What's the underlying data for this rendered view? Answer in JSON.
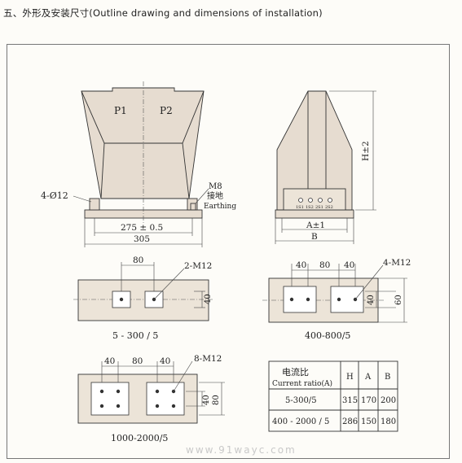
{
  "heading": "五、外形及安装尺寸(Outline drawing and dimensions of installation)",
  "front_view": {
    "p1": "P1",
    "p2": "P2",
    "holes_label": "4-Ø12",
    "m8_label": "M8",
    "earthing_cn": "接地",
    "earthing_en": "Earthing",
    "dim_inner": "275 ± 0.5",
    "dim_outer": "305"
  },
  "side_view": {
    "dim_height": "H±2",
    "dim_a": "A±1",
    "dim_b": "B",
    "terminals": [
      "1S1",
      "1S2",
      "2S1",
      "2S2"
    ]
  },
  "plate_a": {
    "dim_80": "80",
    "bolt_label": "2-M12",
    "dim_40": "40",
    "caption": "5 - 300 / 5"
  },
  "plate_b": {
    "dim_left": "40",
    "dim_mid": "80",
    "dim_right": "40",
    "bolt_label": "4-M12",
    "dim_40v": "40",
    "dim_60v": "60",
    "caption": "400-800/5"
  },
  "plate_c": {
    "dim_left": "40",
    "dim_mid": "80",
    "dim_right": "40",
    "bolt_label": "8-M12",
    "dim_40v": "40",
    "dim_80v": "80",
    "caption": "1000-2000/5"
  },
  "ratio_table": {
    "header_cn": "电流比",
    "header_en": "Current ratio(A)",
    "col_h": "H",
    "col_a": "A",
    "col_b": "B",
    "rows": [
      {
        "ratio": "5-300/5",
        "h": "315",
        "a": "170",
        "b": "200"
      },
      {
        "ratio": "400 - 2000 / 5",
        "h": "286",
        "a": "150",
        "b": "180"
      }
    ]
  },
  "watermark": "www.91wayc.com"
}
